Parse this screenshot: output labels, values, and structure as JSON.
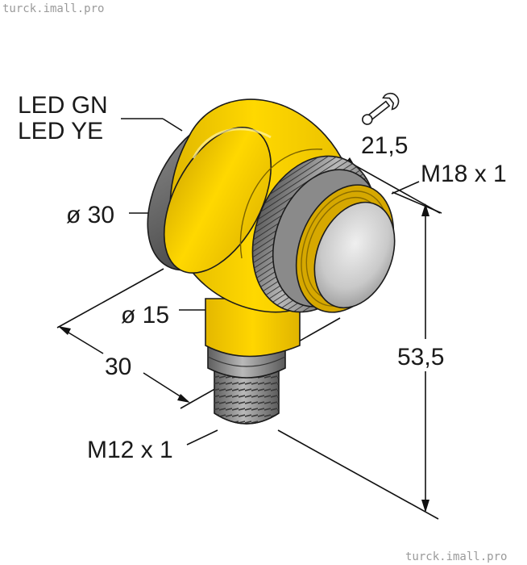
{
  "watermarks": {
    "top": "turck.imall.pro",
    "bottom": "turck.imall.pro"
  },
  "labels": {
    "led_gn": "LED GN",
    "led_ye": "LED YE",
    "wrench_size": "21,5",
    "thread_front": "M18 x 1",
    "diameter_body": "ø 30",
    "diameter_stem": "ø 15",
    "depth": "30",
    "height": "53,5",
    "thread_connector": "M12 x 1"
  },
  "colors": {
    "housing_yellow": "#f7d000",
    "metal_dark": "#6f6f6f",
    "metal_light": "#bdbdbd",
    "thread_yellow": "#f5c400",
    "lens": "#d9d9d9"
  }
}
